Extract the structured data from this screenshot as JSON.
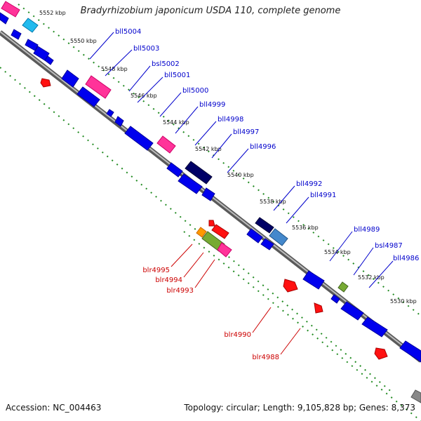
{
  "title": "Bradyrhizobium japonicum USDA 110, complete genome",
  "footer": {
    "accession": "Accession: NC_004463",
    "summary": "Topology: circular; Length: 9,105,828 bp; Genes: 8,373"
  },
  "colors": {
    "ring": "#8a8a8a",
    "ring_edge": "#555555",
    "tick_dots": "#228b22",
    "forward_gene_label": "#cc0000",
    "reverse_gene_label": "#0000cc",
    "ruler_label": "#111111"
  },
  "ruler_ticks": [
    {
      "label": "5552 kbp"
    },
    {
      "label": "5550 kbp"
    },
    {
      "label": "5548 kbp"
    },
    {
      "label": "5546 kbp"
    },
    {
      "label": "5544 kbp"
    },
    {
      "label": "5542 kbp"
    },
    {
      "label": "5540 kbp"
    },
    {
      "label": "5538 kbp"
    },
    {
      "label": "5536 kbp"
    },
    {
      "label": "5534 kbp"
    },
    {
      "label": "5532 kbp"
    },
    {
      "label": "5530 kbp"
    }
  ],
  "reverse_gene_labels": [
    {
      "label": "bll5004"
    },
    {
      "label": "bll5003"
    },
    {
      "label": "bsl5002"
    },
    {
      "label": "bll5001"
    },
    {
      "label": "bll5000"
    },
    {
      "label": "bll4999"
    },
    {
      "label": "bll4998"
    },
    {
      "label": "bll4997"
    },
    {
      "label": "bll4996"
    },
    {
      "label": "bll4992"
    },
    {
      "label": "bll4991"
    },
    {
      "label": "bll4989"
    },
    {
      "label": "bsl4987"
    },
    {
      "label": "bll4986"
    }
  ],
  "forward_gene_labels": [
    {
      "label": "blr4995"
    },
    {
      "label": "blr4994"
    },
    {
      "label": "blr4993"
    },
    {
      "label": "blr4990"
    },
    {
      "label": "blr4988"
    }
  ]
}
